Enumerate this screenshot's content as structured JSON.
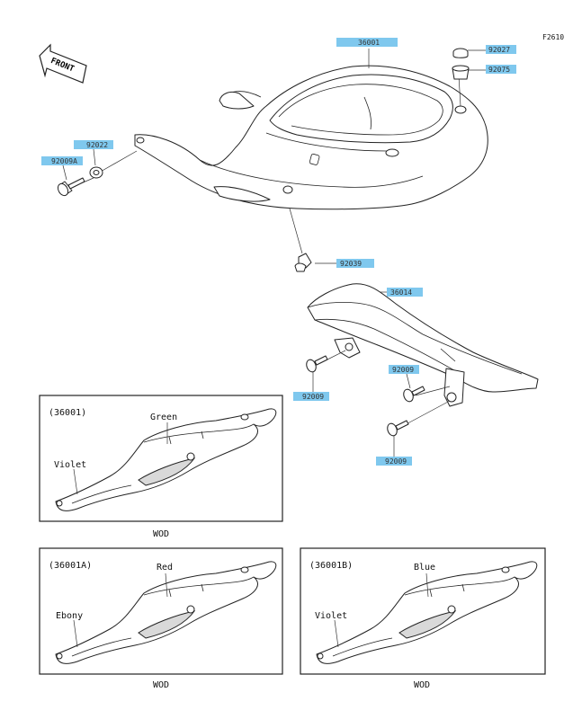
{
  "figure_id": "F2610",
  "front_arrow_label": "FRONT",
  "part_labels": {
    "upper_cover": "36001",
    "cap": "92027",
    "grommet": "92075",
    "washer": "92022",
    "bolt_a": "92009A",
    "rivet": "92039",
    "lower_cover": "36014",
    "screw_left": "92009",
    "screw_right": "92009",
    "screw_bottom": "92009"
  },
  "variants": [
    {
      "title": "(36001)",
      "color_top": "Green",
      "color_left": "Violet",
      "note": "WOD"
    },
    {
      "title": "(36001A)",
      "color_top": "Red",
      "color_left": "Ebony",
      "note": "WOD"
    },
    {
      "title": "(36001B)",
      "color_top": "Blue",
      "color_left": "Violet",
      "note": "WOD"
    }
  ]
}
